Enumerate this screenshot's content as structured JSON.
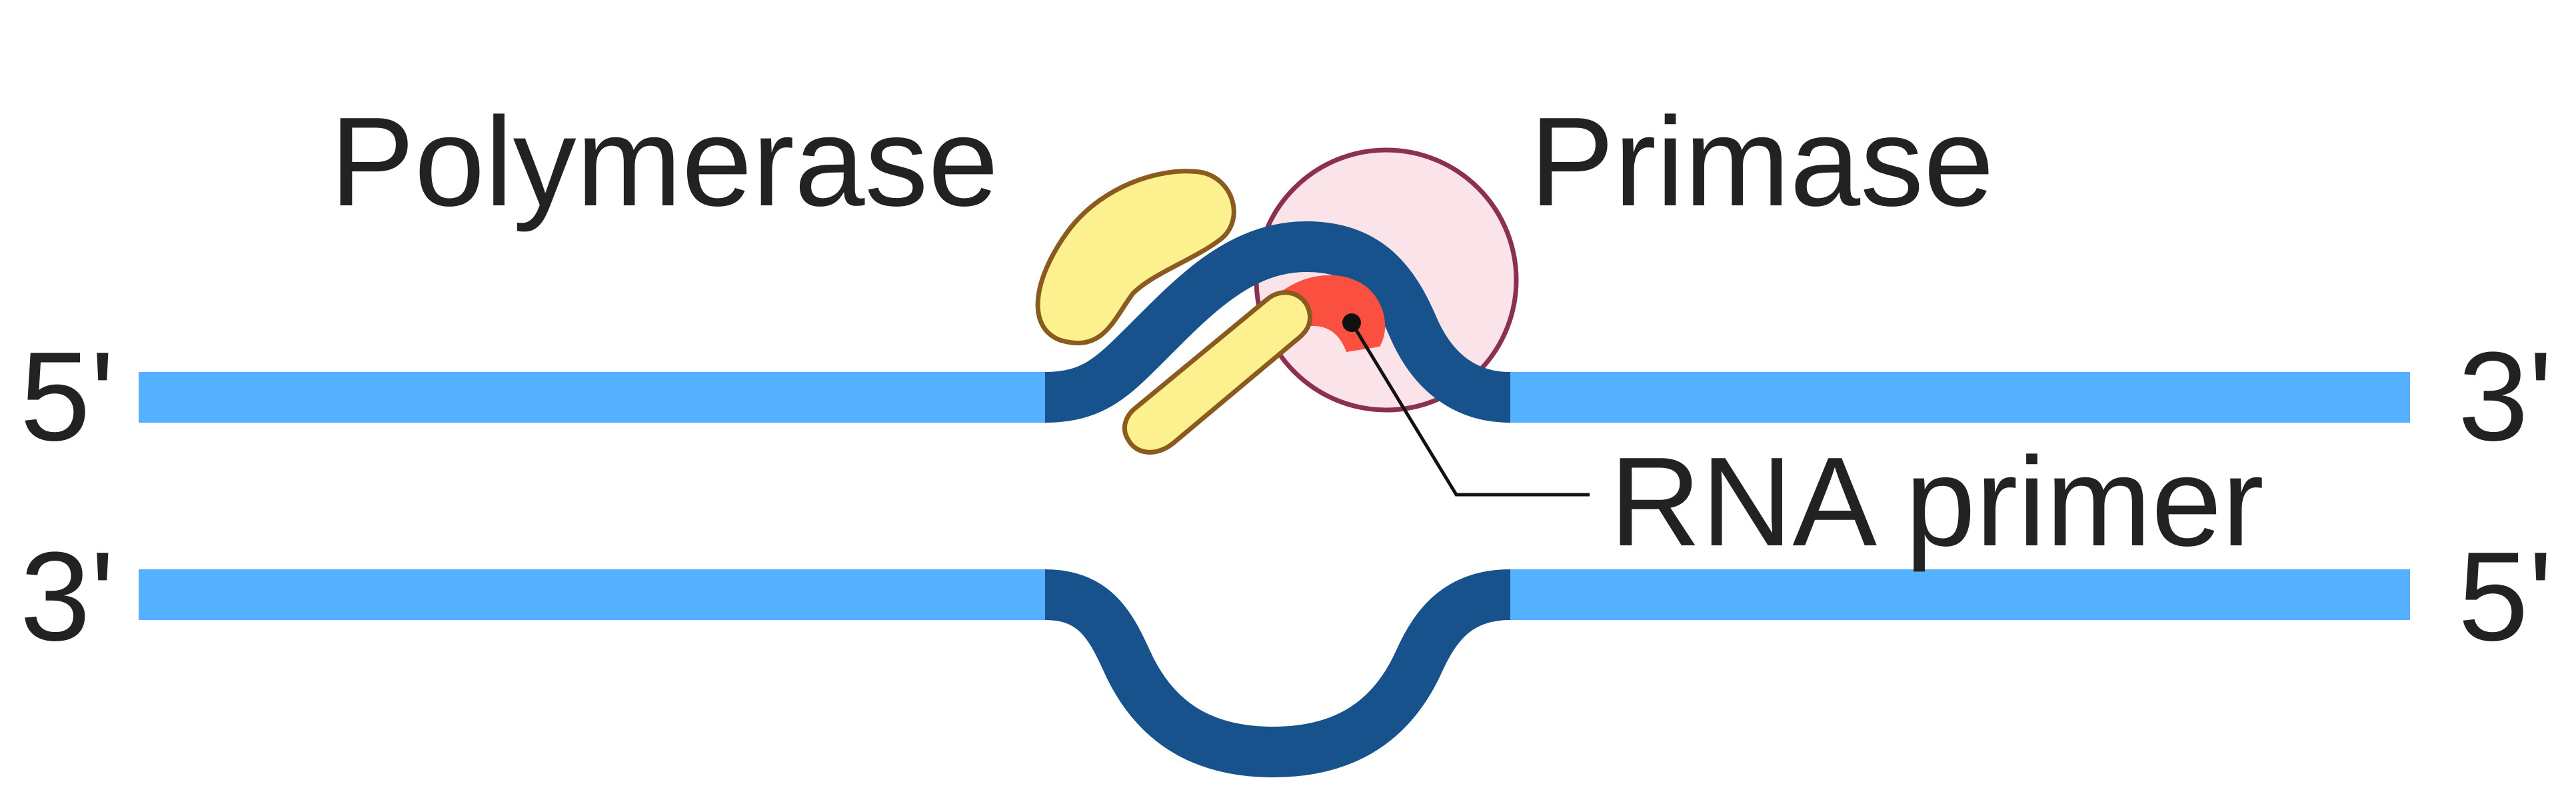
{
  "labels": {
    "polymerase": "Polymerase",
    "primase": "Primase",
    "rna_primer": "RNA primer",
    "top_left_end": "5'",
    "top_right_end": "3'",
    "bottom_left_end": "3'",
    "bottom_right_end": "5'"
  },
  "colors": {
    "strand_light": "#55b0ff",
    "strand_dark": "#17528c",
    "polymerase_fill": "#fdf08e",
    "polymerase_stroke": "#8a5a1f",
    "primase_fill": "#fbe3ea",
    "primase_stroke": "#8b2f53",
    "primer_fill": "#fb5040",
    "text": "#222222"
  }
}
